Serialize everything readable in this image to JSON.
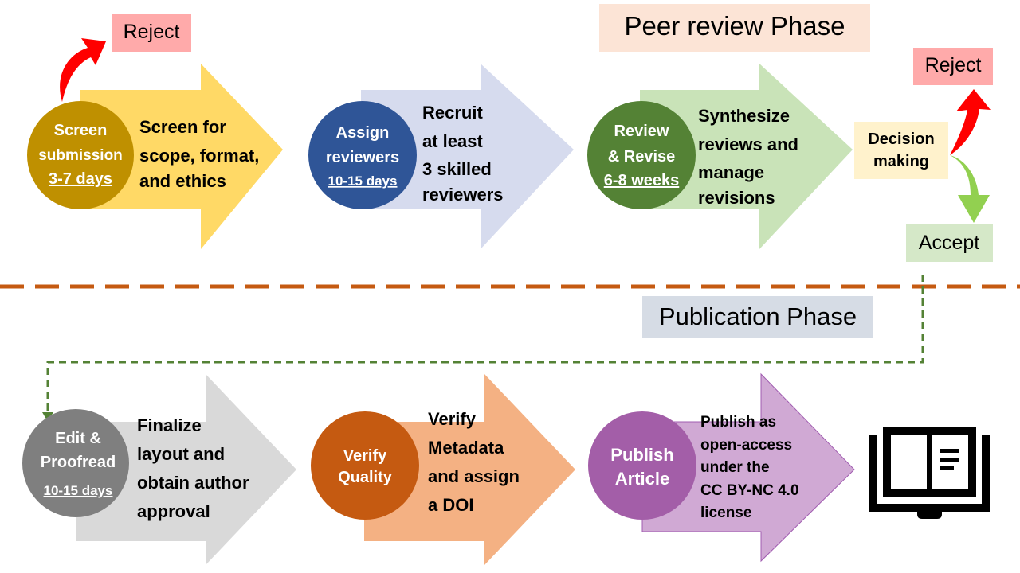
{
  "phases": {
    "peer_review": "Peer review Phase",
    "publication": "Publication Phase"
  },
  "reject_top": "Reject",
  "reject_right": "Reject",
  "decision": [
    "Decision",
    "making"
  ],
  "accept": "Accept",
  "steps": [
    {
      "circle": [
        "Screen",
        "submission"
      ],
      "duration": "3-7 days",
      "text": [
        "Screen for",
        "scope, format,",
        "and ethics"
      ],
      "circle_color": "#bf9000",
      "arrow_color": "#ffd966"
    },
    {
      "circle": [
        "Assign",
        "reviewers"
      ],
      "duration": "10-15 days",
      "text": [
        "Recruit",
        "at least",
        "3 skilled",
        "reviewers"
      ],
      "circle_color": "#2f5597",
      "arrow_color": "#d6dbee"
    },
    {
      "circle": [
        "Review",
        "& Revise"
      ],
      "duration": "6-8 weeks",
      "text": [
        "Synthesize",
        "reviews and",
        "manage",
        "revisions"
      ],
      "circle_color": "#548235",
      "arrow_color": "#c9e3b8"
    },
    {
      "circle": [
        "Edit &",
        "Proofread"
      ],
      "duration": "10-15 days",
      "text": [
        "Finalize",
        "layout and",
        "obtain author",
        "approval"
      ],
      "circle_color": "#7f7f7f",
      "arrow_color": "#d9d9d9"
    },
    {
      "circle": [
        "Verify",
        "Quality"
      ],
      "text": [
        "Verify",
        "Metadata",
        "and assign",
        "a DOI"
      ],
      "circle_color": "#c55a11",
      "arrow_color": "#f4b183"
    },
    {
      "circle": [
        "Publish",
        "Article"
      ],
      "text": [
        "Publish as",
        "open-access",
        "under the",
        "CC BY-NC 4.0",
        "license"
      ],
      "circle_color": "#a35ea8",
      "arrow_color": "#d0a9d4"
    }
  ],
  "icons": {
    "reject": "curved-arrow-up-red",
    "accept": "curved-arrow-down-green",
    "end": "open-book-icon"
  }
}
